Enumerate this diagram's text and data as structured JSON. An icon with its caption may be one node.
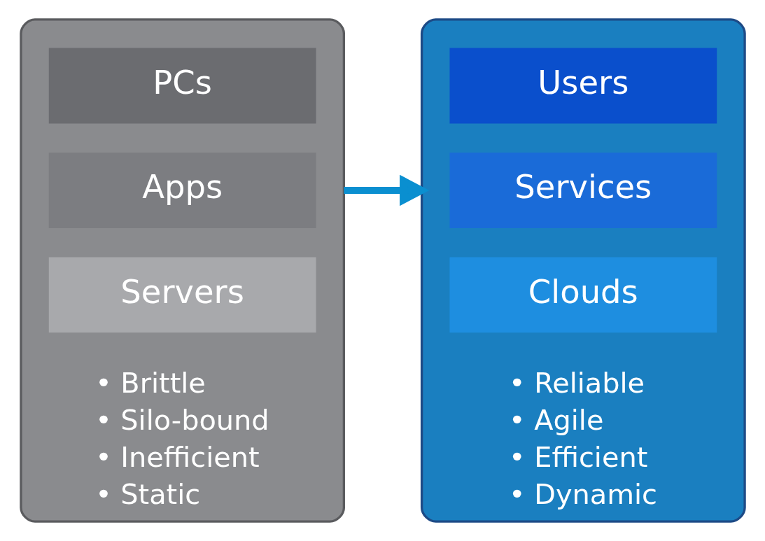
{
  "diagram": {
    "nodes": [
      {
        "text": [
          "• Brittle",
          "• Silo-bound",
          "• Inefficient",
          "• Static"
        ]
      },
      {
        "text": [
          "PCs"
        ],
        "in": 0
      },
      {
        "text": [
          "Apps"
        ],
        "in": 0
      },
      {
        "text": [
          "Servers"
        ],
        "in": 0
      },
      {
        "text": [
          "• Reliable",
          "• Agile",
          "• Efficient",
          "• Dynamic"
        ]
      },
      {
        "text": [
          "Users"
        ],
        "in": 4
      },
      {
        "text": [
          "Services"
        ],
        "in": 4
      },
      {
        "text": [
          "Clouds"
        ],
        "in": 4
      }
    ],
    "edges": [
      {
        "from": 0,
        "to": 4,
        "arrow": "to"
      }
    ]
  }
}
